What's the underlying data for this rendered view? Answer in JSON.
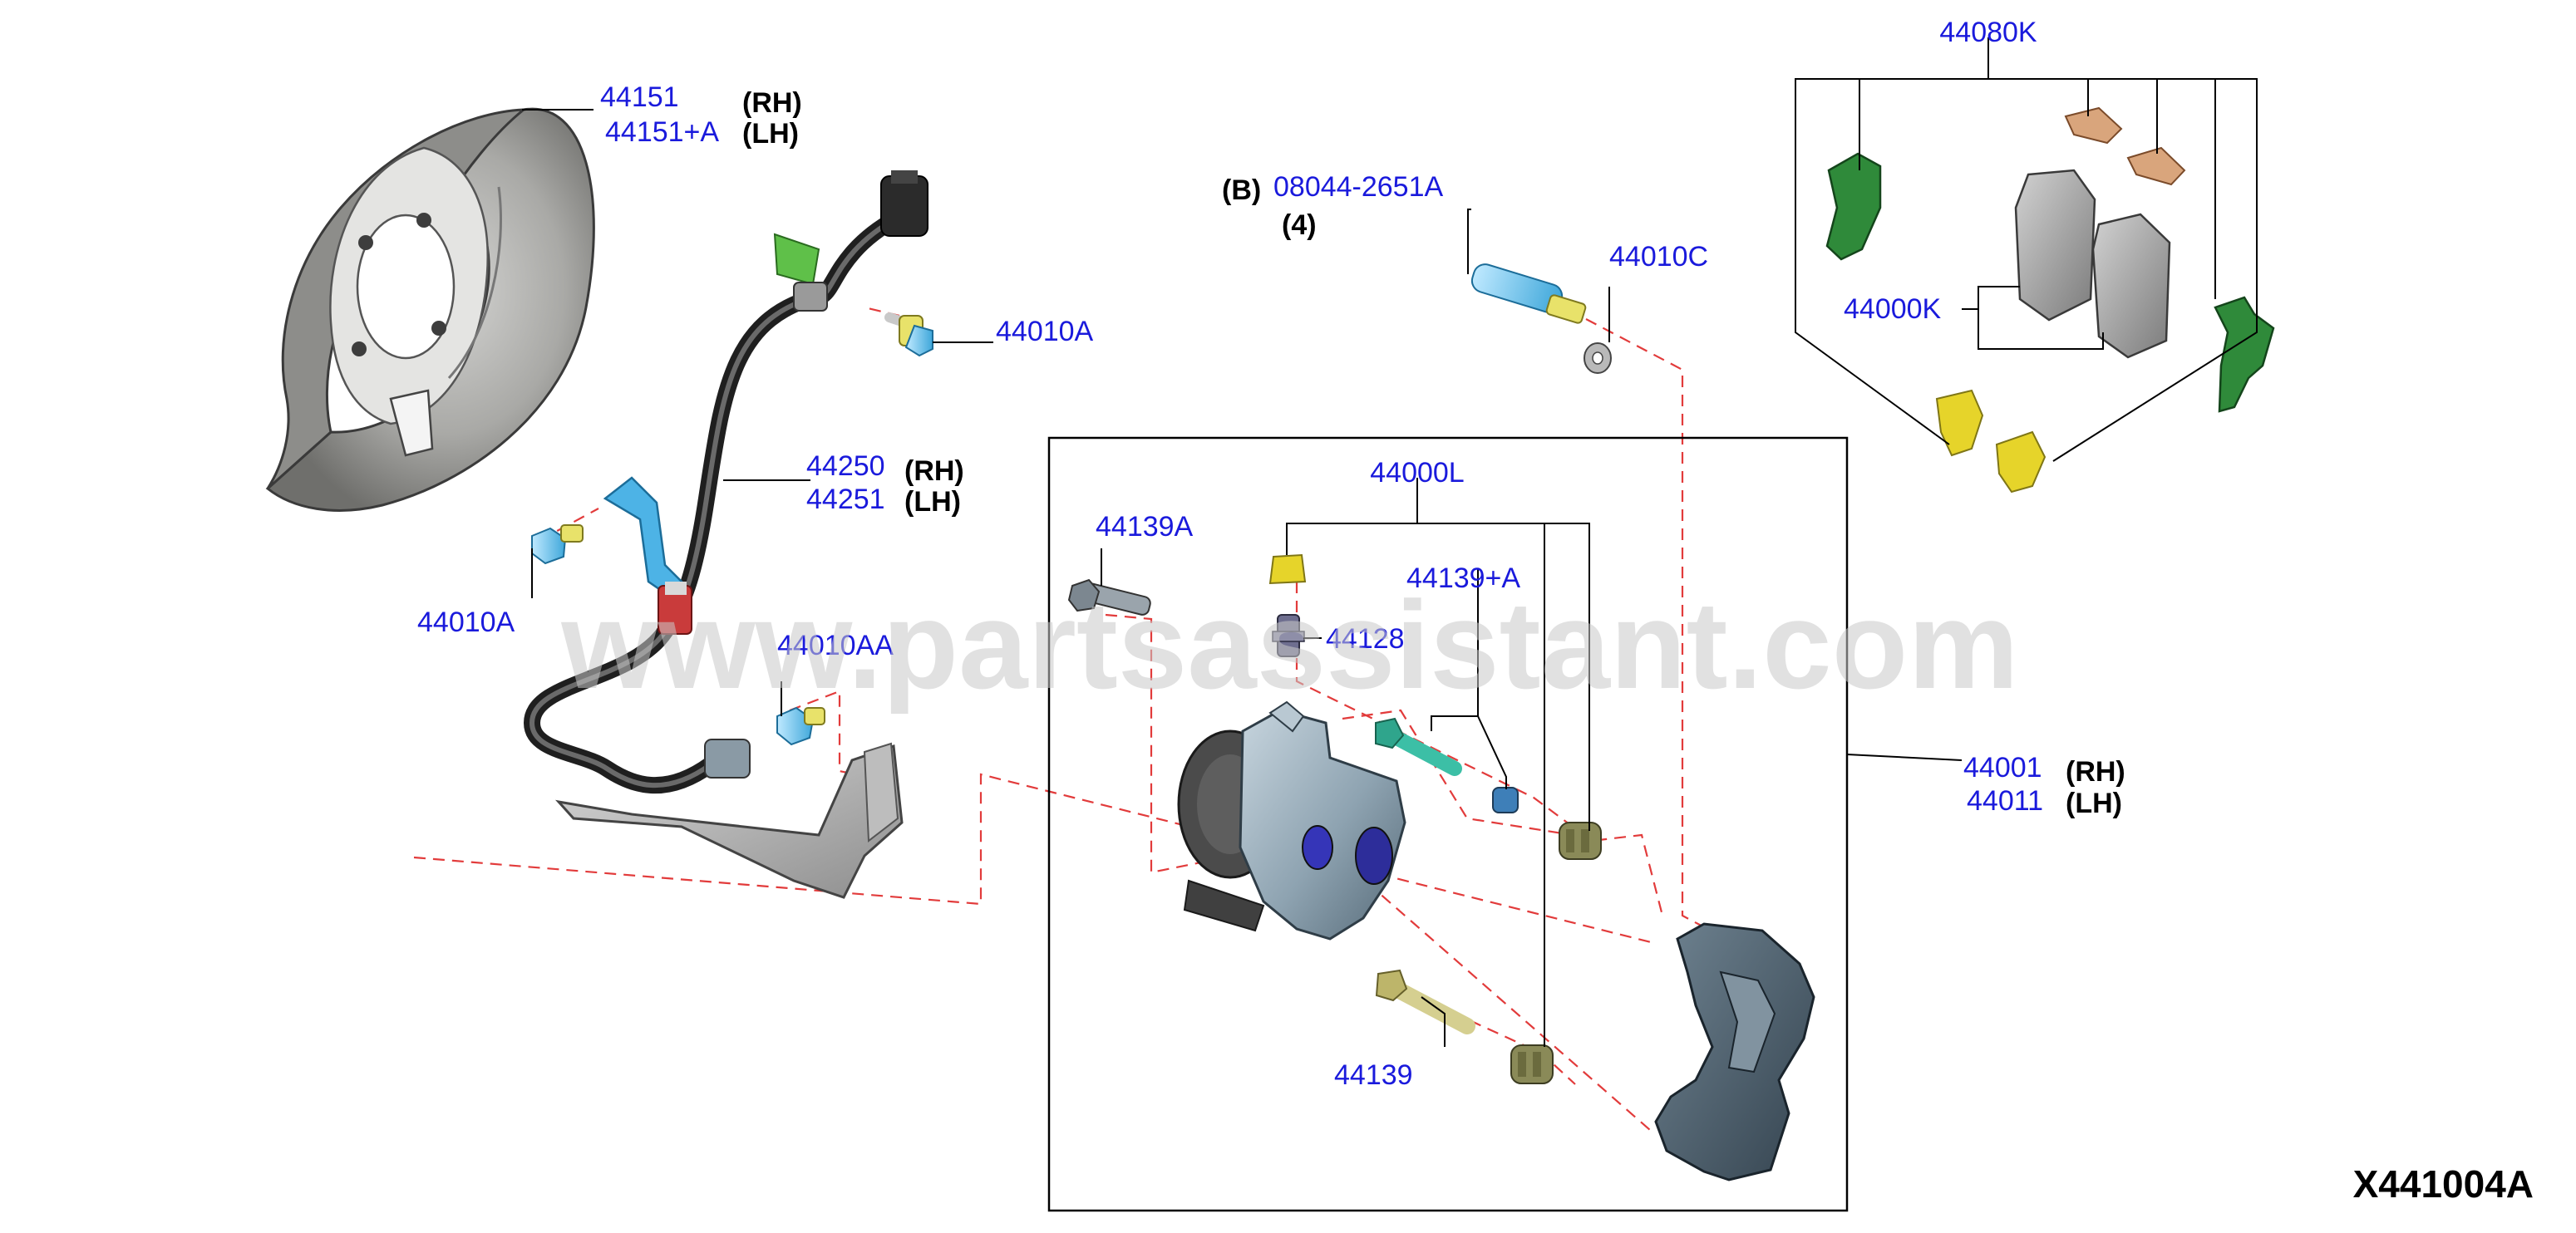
{
  "diagram_id": "X441004A",
  "watermark": "www.partsassistant.com",
  "colors": {
    "part_number_link": "#1a1adc",
    "qualifier_text": "#000000",
    "assembly_lines": "#e23b3b",
    "watermark": "#c9c9c9"
  },
  "labels": {
    "p44151": "44151",
    "p44151a": "44151+A",
    "rh": "(RH)",
    "lh": "(LH)",
    "p44250": "44250",
    "p44251": "44251",
    "p44010a_top": "44010A",
    "p44010a_left": "44010A",
    "p44010aa": "44010AA",
    "b_marker": "(B)",
    "p08044": "08044-2651A",
    "qty4": "(4)",
    "p44010c": "44010C",
    "p44080k": "44080K",
    "p44000k": "44000K",
    "p44139a": "44139A",
    "p44000l": "44000L",
    "p44139plusa": "44139+A",
    "p44128": "44128",
    "p44001": "44001",
    "p44011": "44011",
    "p44139": "44139"
  },
  "parts": [
    {
      "name": "brake-backing-plate",
      "part_numbers": [
        "44151 (RH)",
        "44151+A (LH)"
      ]
    },
    {
      "name": "abs-wheel-speed-sensor",
      "part_numbers": [
        "44250 (RH)",
        "44251 (LH)"
      ]
    },
    {
      "name": "bolt",
      "part_numbers": [
        "44010A"
      ]
    },
    {
      "name": "bolt",
      "part_numbers": [
        "44010AA"
      ]
    },
    {
      "name": "caliper-bolt",
      "part_numbers": [
        "08044-2651A"
      ],
      "qualifier": "(B)",
      "quantity": "(4)"
    },
    {
      "name": "washer",
      "part_numbers": [
        "44010C"
      ]
    },
    {
      "name": "pad-hardware-kit",
      "part_numbers": [
        "44080K"
      ]
    },
    {
      "name": "brake-pads",
      "part_numbers": [
        "44000K"
      ]
    },
    {
      "name": "caliper-bolt",
      "part_numbers": [
        "44139A"
      ]
    },
    {
      "name": "caliper-seal-kit",
      "part_numbers": [
        "44000L"
      ]
    },
    {
      "name": "guide-pin",
      "part_numbers": [
        "44139+A"
      ]
    },
    {
      "name": "bleeder-screw",
      "part_numbers": [
        "44128"
      ]
    },
    {
      "name": "caliper-assembly",
      "part_numbers": [
        "44001 (RH)",
        "44011 (LH)"
      ]
    },
    {
      "name": "guide-pin",
      "part_numbers": [
        "44139"
      ]
    }
  ]
}
